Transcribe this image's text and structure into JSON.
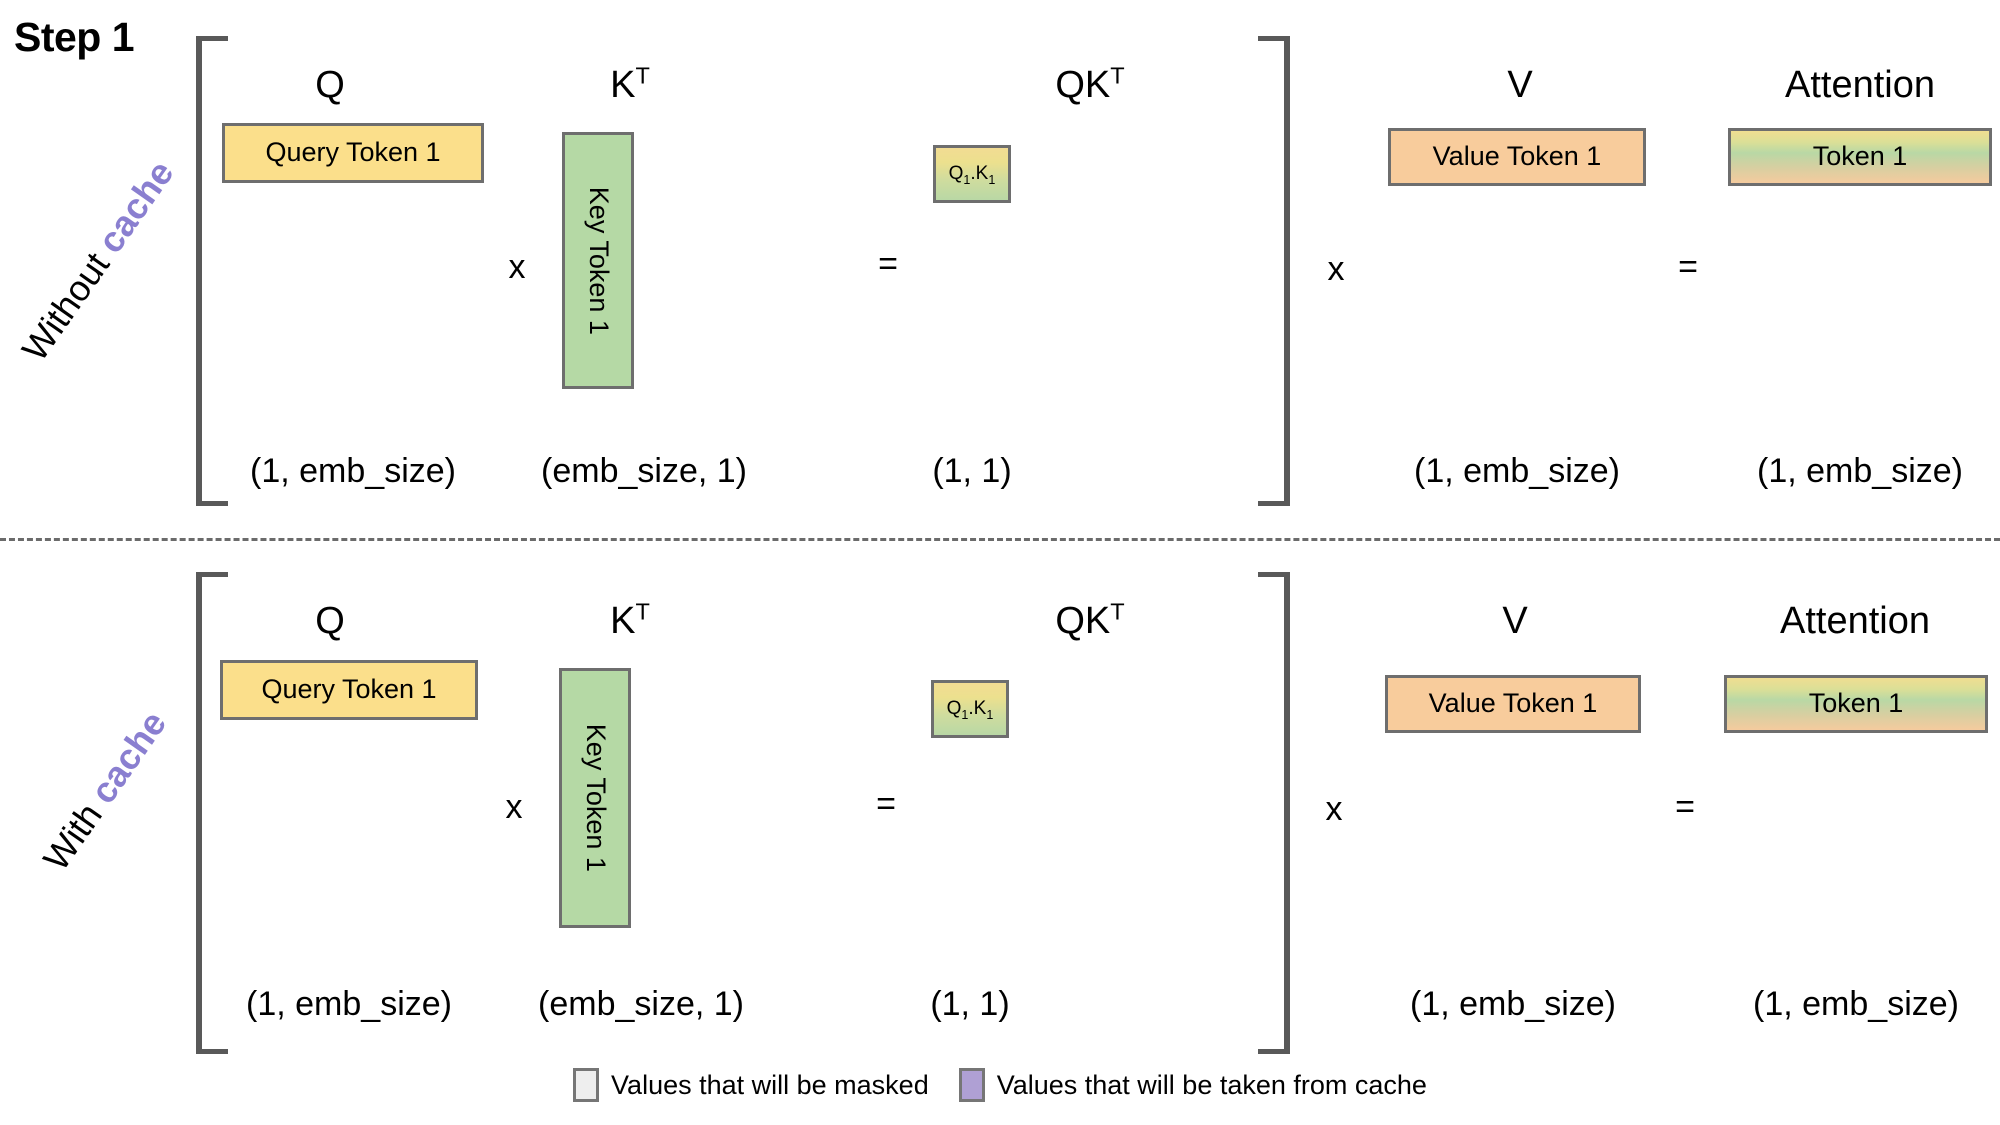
{
  "title": "Step 1",
  "sections": [
    {
      "id": "without-cache",
      "label_plain": "Without ",
      "label_accent": "cache",
      "columns": {
        "q": {
          "header": "Q",
          "header_sup": "",
          "box_text": "Query Token 1",
          "dim": "(1, emb_size)"
        },
        "kt": {
          "header": "K",
          "header_sup": "T",
          "box_text": "Key Token 1",
          "dim": "(emb_size, 1)"
        },
        "qkt": {
          "header": "QK",
          "header_sup": "T",
          "box_text_a": "Q",
          "box_sub_a": "1",
          "box_mid": ".K",
          "box_sub_b": "1",
          "dim": "(1, 1)"
        },
        "v": {
          "header": "V",
          "header_sup": "",
          "box_text": "Value Token 1",
          "dim": "(1, emb_size)"
        },
        "attention": {
          "header": "Attention",
          "header_sup": "",
          "box_text": "Token 1",
          "dim": "(1, emb_size)"
        }
      },
      "operators": {
        "mul1": "x",
        "eq1": "=",
        "mul2": "x",
        "eq2": "="
      }
    },
    {
      "id": "with-cache",
      "label_plain": "With ",
      "label_accent": "cache",
      "columns": {
        "q": {
          "header": "Q",
          "header_sup": "",
          "box_text": "Query Token 1",
          "dim": "(1, emb_size)"
        },
        "kt": {
          "header": "K",
          "header_sup": "T",
          "box_text": "Key Token 1",
          "dim": "(emb_size, 1)"
        },
        "qkt": {
          "header": "QK",
          "header_sup": "T",
          "box_text_a": "Q",
          "box_sub_a": "1",
          "box_mid": ".K",
          "box_sub_b": "1",
          "dim": "(1, 1)"
        },
        "v": {
          "header": "V",
          "header_sup": "",
          "box_text": "Value Token 1",
          "dim": "(1, emb_size)"
        },
        "attention": {
          "header": "Attention",
          "header_sup": "",
          "box_text": "Token 1",
          "dim": "(1, emb_size)"
        }
      },
      "operators": {
        "mul1": "x",
        "eq1": "=",
        "mul2": "x",
        "eq2": "="
      }
    }
  ],
  "legend": [
    {
      "swatch": "masked",
      "color": "#eeeeee",
      "text": "Values that will be masked"
    },
    {
      "swatch": "cached",
      "color": "#afa0d4",
      "text": "Values that will be taken from cache"
    }
  ],
  "colors": {
    "query_yellow": "#fbdf8b",
    "key_green": "#b5d9a5",
    "value_orange": "#f8cc9c",
    "accent_purple": "#8a7fd0",
    "border_gray": "#6e6e6e",
    "bracket_gray": "#595959"
  }
}
